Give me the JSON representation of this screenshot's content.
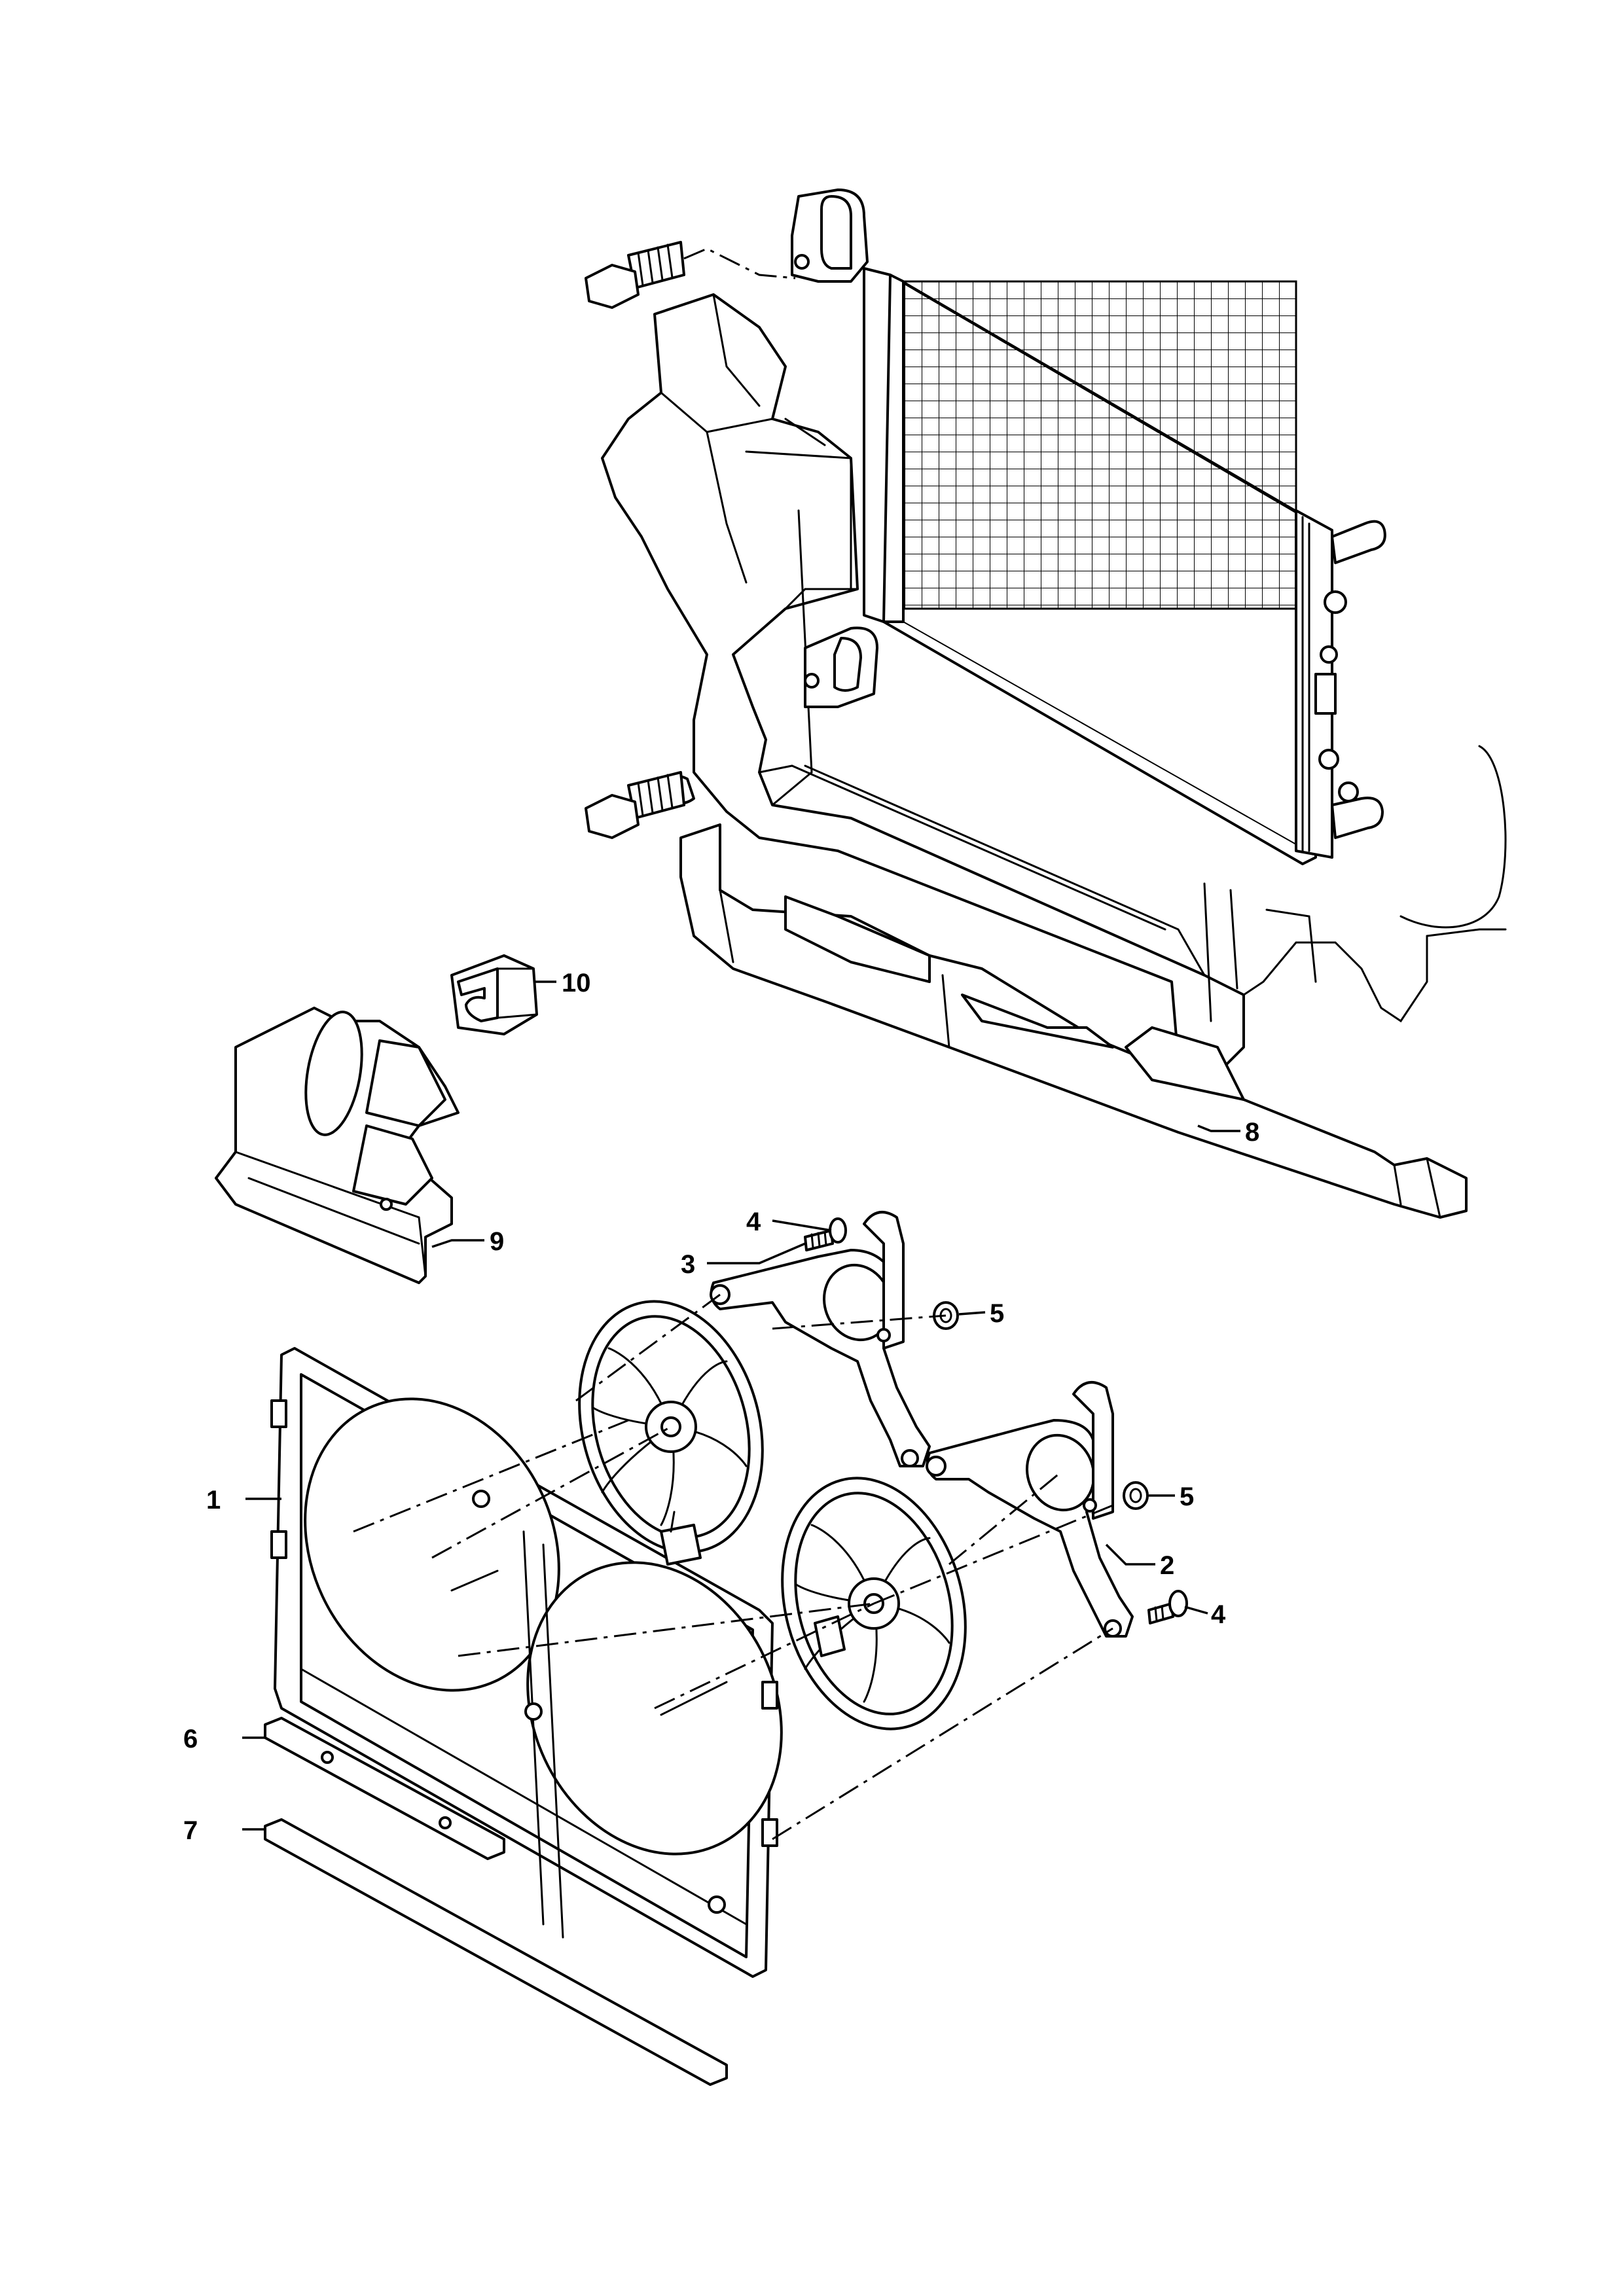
{
  "callouts": [
    {
      "id": "c1",
      "label": "1"
    },
    {
      "id": "c2",
      "label": "2"
    },
    {
      "id": "c3",
      "label": "3"
    },
    {
      "id": "c4a",
      "label": "4"
    },
    {
      "id": "c4b",
      "label": "4"
    },
    {
      "id": "c5a",
      "label": "5"
    },
    {
      "id": "c5b",
      "label": "5"
    },
    {
      "id": "c6",
      "label": "6"
    },
    {
      "id": "c7",
      "label": "7"
    },
    {
      "id": "c8",
      "label": "8"
    },
    {
      "id": "c9",
      "label": "9"
    },
    {
      "id": "c10",
      "label": "10"
    }
  ],
  "colors": {
    "line": "#000000",
    "background": "#ffffff"
  }
}
